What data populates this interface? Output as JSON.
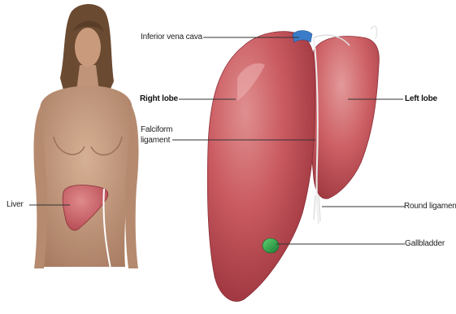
{
  "labels": {
    "inferior_vena_cava": "Inferior vena cava",
    "right_lobe": "Right lobe",
    "left_lobe": "Left lobe",
    "falciform_ligament_line1": "Falciform",
    "falciform_ligament_line2": "ligament",
    "round_ligament": "Round ligament",
    "gallbladder": "Gallbladder",
    "liver": "Liver"
  },
  "colors": {
    "liver": "#c4545a",
    "liver_dark": "#9e3a42",
    "liver_light": "#dd8c8e",
    "skin": "#c9a184",
    "skin_shadow": "#a47a60",
    "hair": "#6b4a32",
    "gallbladder": "#2faa4a",
    "vena_cava": "#3a7cc8",
    "ligament": "#eeeeee",
    "leader_line": "#333333"
  }
}
